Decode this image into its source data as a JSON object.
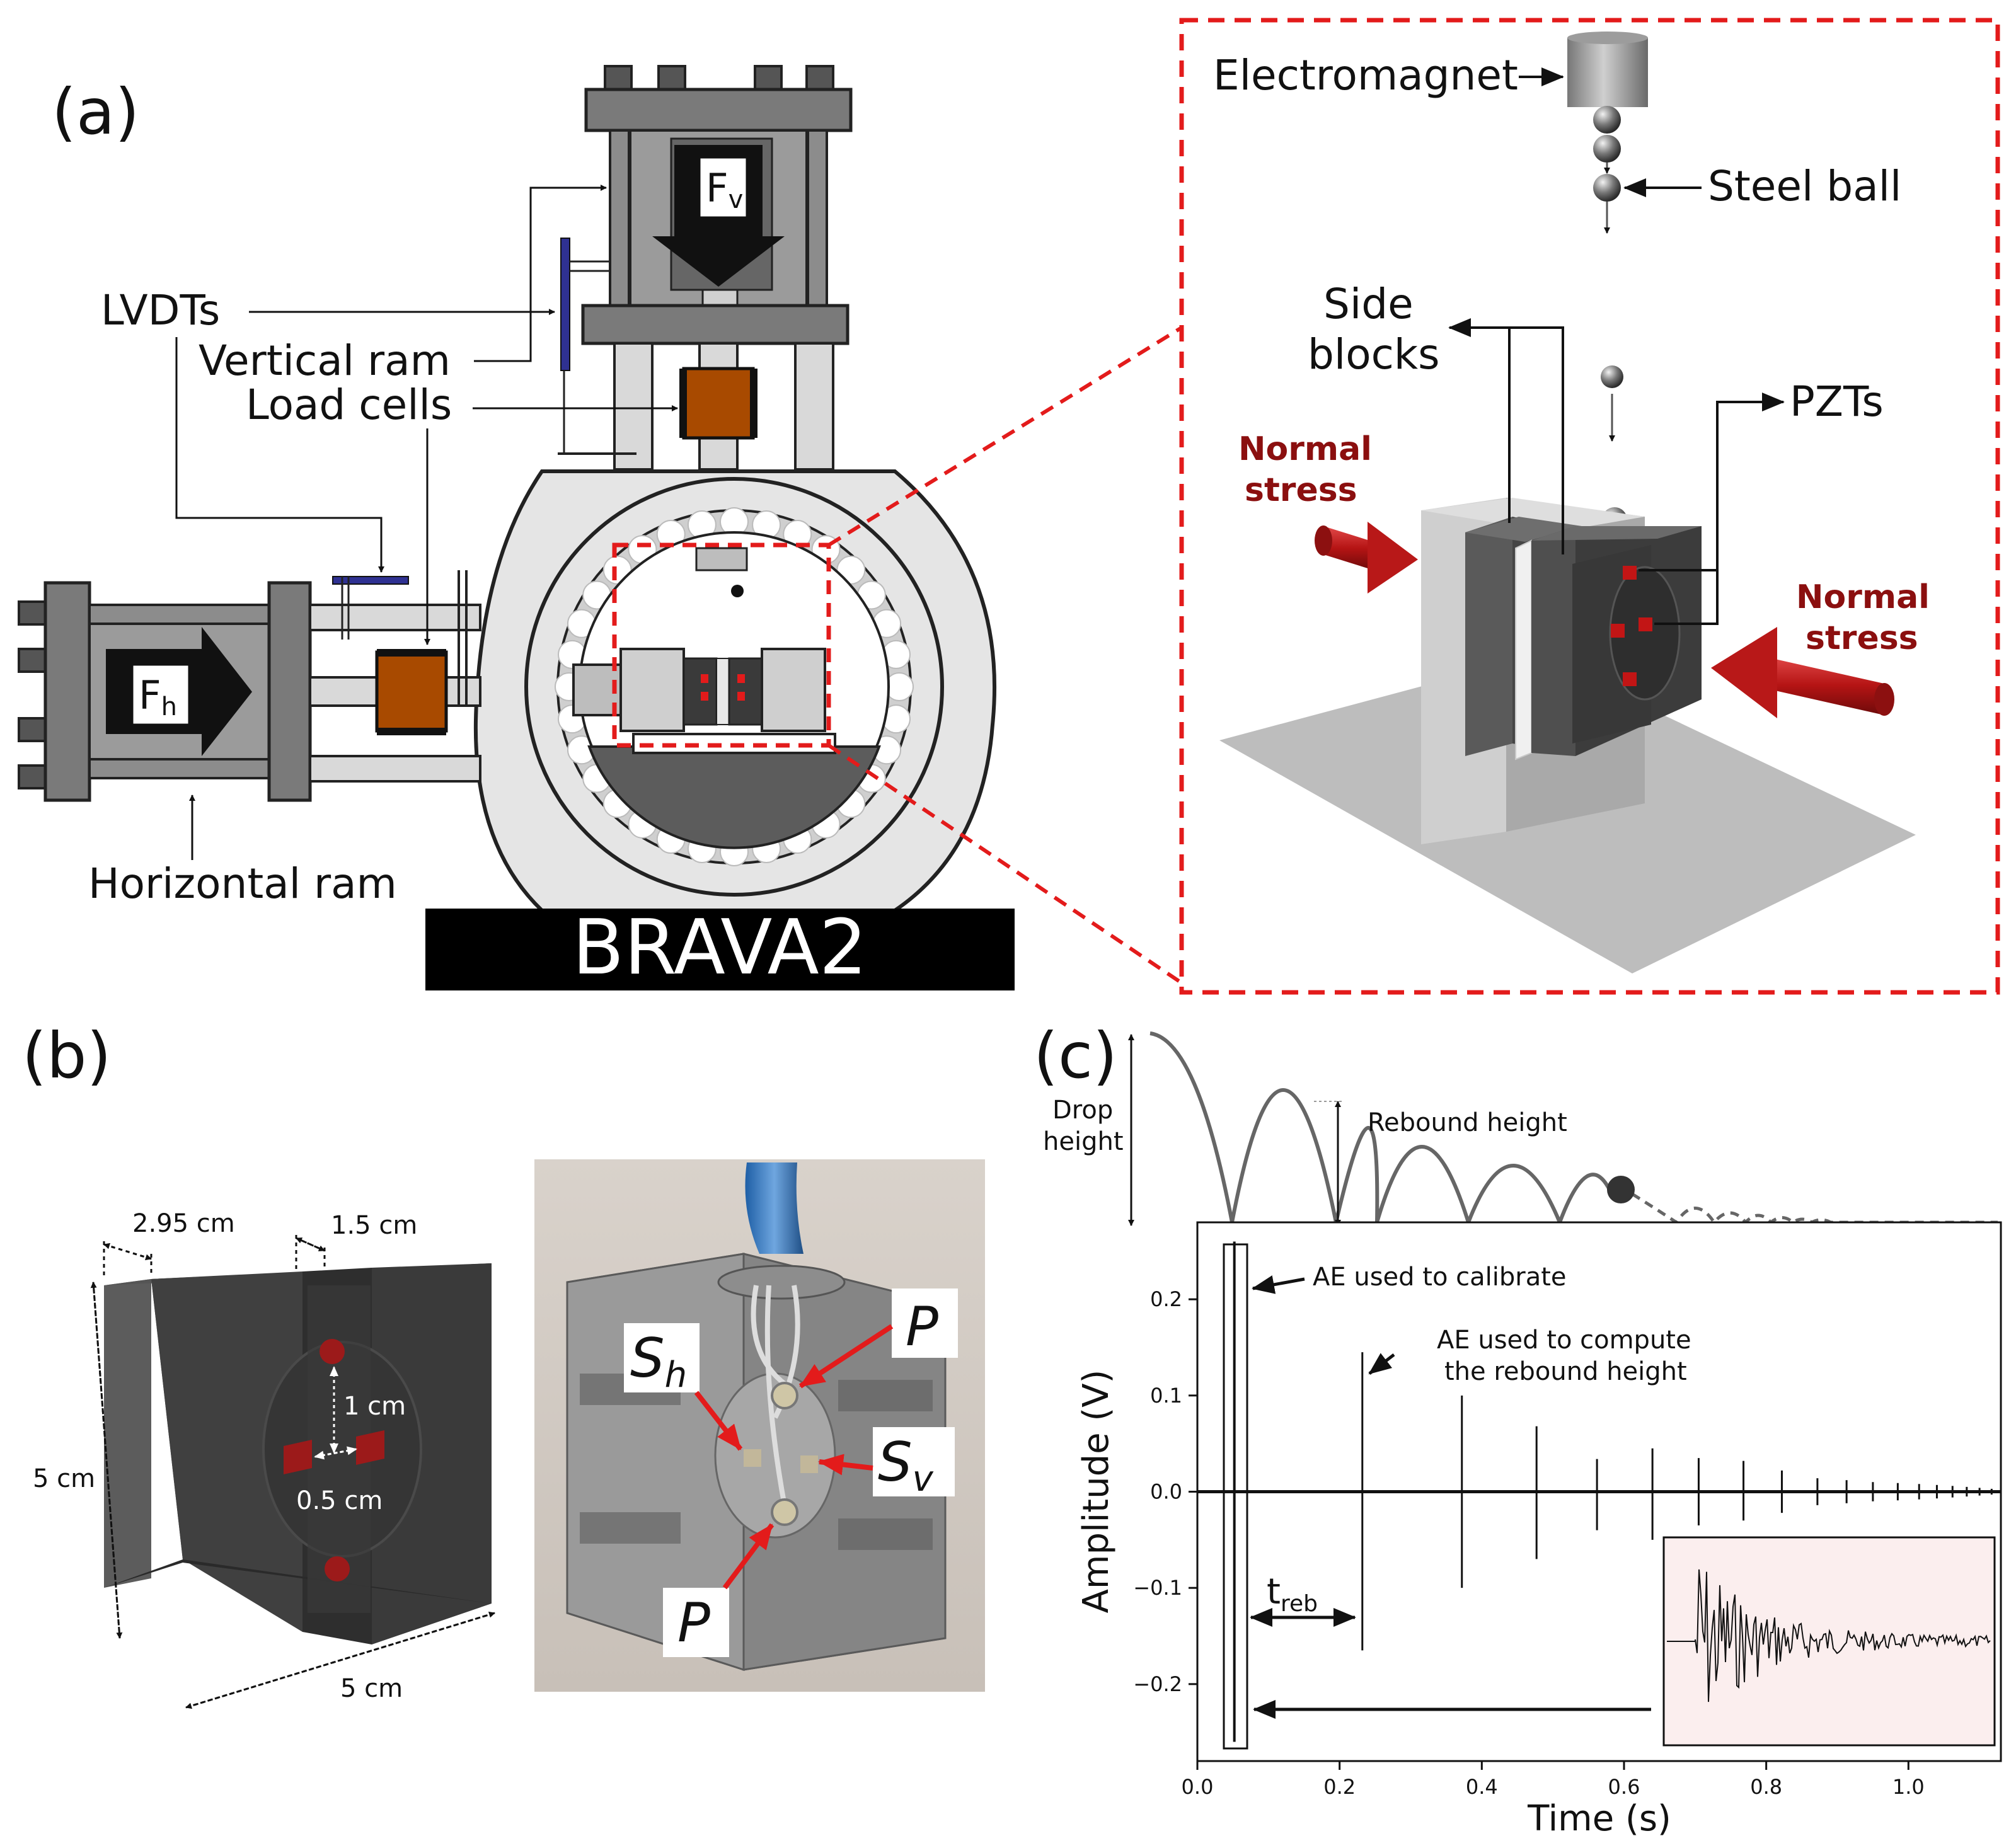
{
  "panels": {
    "a": {
      "label": "(a)",
      "labels": {
        "lvdts": "LVDTs",
        "vertical_ram": "Vertical ram",
        "load_cells": "Load cells",
        "horizontal_ram": "Horizontal ram",
        "force_vertical_main": "F",
        "force_vertical_sub": "v",
        "force_horizontal_main": "F",
        "force_horizontal_sub": "h",
        "machine_name": "BRAVA2",
        "electromagnet": "Electromagnet",
        "steel_ball": "Steel ball",
        "side_blocks_line1": "Side",
        "side_blocks_line2": "blocks",
        "pzts": "PZTs",
        "normal_stress_left_line1": "Normal",
        "normal_stress_left_line2": "stress",
        "normal_stress_right_line1": "Normal",
        "normal_stress_right_line2": "stress"
      }
    },
    "b": {
      "label": "(b)",
      "dimensions": {
        "width_top": "2.95 cm",
        "groove_width": "1.5 cm",
        "height": "5 cm",
        "base_width": "5 cm",
        "sensor_vertical_spacing": "1 cm",
        "sensor_horizontal_spacing": "0.5 cm"
      },
      "photo_labels": {
        "sh_main": "S",
        "sh_sub": "h",
        "p_top": "P",
        "sv_main": "S",
        "sv_sub": "v",
        "p_bottom": "P"
      }
    },
    "c": {
      "label": "(c)",
      "annotations": {
        "drop_height_line1": "Drop",
        "drop_height_line2": "height",
        "rebound_height": "Rebound height",
        "ae_calibrate": "AE used to calibrate",
        "ae_compute_line1": "AE used to compute",
        "ae_compute_line2": "the rebound height",
        "t_reb_main": "t",
        "t_reb_sub": "reb"
      }
    }
  },
  "chart_data": {
    "type": "line",
    "xlabel": "Time (s)",
    "ylabel": "Amplitude (V)",
    "xlim": [
      0.0,
      1.13
    ],
    "ylim": [
      -0.28,
      0.28
    ],
    "x_ticks": [
      0.0,
      0.2,
      0.4,
      0.6,
      0.8,
      1.0
    ],
    "x_tick_labels": [
      "0.0",
      "0.2",
      "0.4",
      "0.6",
      "0.8",
      "1.0"
    ],
    "y_ticks": [
      -0.2,
      -0.1,
      0.0,
      0.1,
      0.2
    ],
    "y_tick_labels": [
      "−0.2",
      "−0.1",
      "0.0",
      "0.1",
      "0.2"
    ],
    "grid": false,
    "ae_events": [
      {
        "t": 0.052,
        "peak": 0.26,
        "trough": -0.26
      },
      {
        "t": 0.232,
        "peak": 0.145,
        "trough": -0.165
      },
      {
        "t": 0.372,
        "peak": 0.1,
        "trough": -0.1
      },
      {
        "t": 0.477,
        "peak": 0.068,
        "trough": -0.07
      },
      {
        "t": 0.562,
        "peak": 0.034,
        "trough": -0.04
      },
      {
        "t": 0.64,
        "peak": 0.045,
        "trough": -0.05
      },
      {
        "t": 0.705,
        "peak": 0.035,
        "trough": -0.035
      },
      {
        "t": 0.768,
        "peak": 0.032,
        "trough": -0.03
      },
      {
        "t": 0.822,
        "peak": 0.022,
        "trough": -0.022
      },
      {
        "t": 0.872,
        "peak": 0.014,
        "trough": -0.014
      },
      {
        "t": 0.913,
        "peak": 0.012,
        "trough": -0.012
      },
      {
        "t": 0.95,
        "peak": 0.01,
        "trough": -0.01
      },
      {
        "t": 0.985,
        "peak": 0.009,
        "trough": -0.009
      },
      {
        "t": 1.015,
        "peak": 0.008,
        "trough": -0.008
      },
      {
        "t": 1.04,
        "peak": 0.007,
        "trough": -0.007
      },
      {
        "t": 1.062,
        "peak": 0.006,
        "trough": -0.006
      },
      {
        "t": 1.082,
        "peak": 0.005,
        "trough": -0.005
      },
      {
        "t": 1.1,
        "peak": 0.004,
        "trough": -0.004
      },
      {
        "t": 1.117,
        "peak": 0.003,
        "trough": -0.003
      }
    ]
  },
  "colors": {
    "red_dashed": "#e31b1b",
    "dark_red": "#8b0f0f",
    "load_cell": "#a84a00",
    "lvdt_blue": "#2f3192",
    "steel_gray": "#8c8c8c",
    "inset_bg": "#fbeeee"
  }
}
